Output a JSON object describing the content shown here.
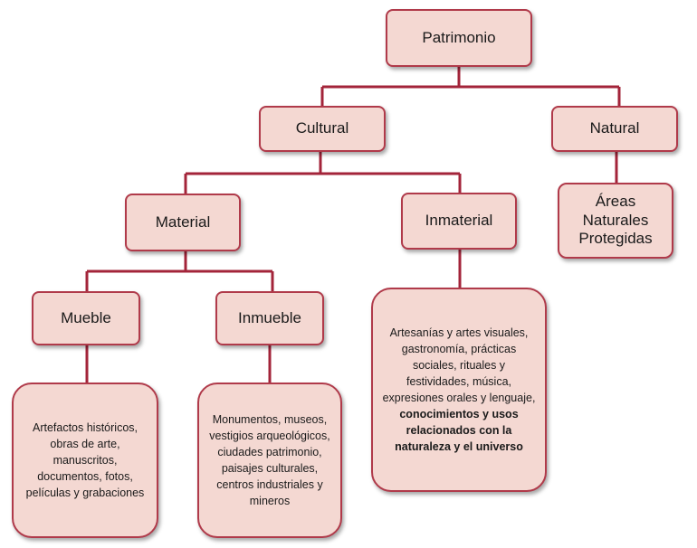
{
  "nodes": {
    "patrimonio": "Patrimonio",
    "cultural": "Cultural",
    "natural": "Natural",
    "material": "Material",
    "inmaterial": "Inmaterial",
    "areas": "Áreas Naturales Protegidas",
    "mueble": "Mueble",
    "inmueble": "Inmueble"
  },
  "descriptions": {
    "mueble": "Artefactos históricos, obras de arte, manuscritos, documentos, fotos, películas y grabaciones",
    "inmueble": "Monumentos, museos, vestigios arqueológicos, ciudades patrimonio, paisajes culturales, centros industriales y mineros",
    "inmaterial_plain": "Artesanías y artes visuales, gastronomía, prácticas sociales, rituales y festividades, música, expresiones orales y lenguaje,",
    "inmaterial_bold": "conocimientos y usos relacionados con la naturaleza y el universo"
  },
  "colors": {
    "fill": "#f4d8d2",
    "border": "#b03a4a",
    "connector": "#a3243a"
  }
}
